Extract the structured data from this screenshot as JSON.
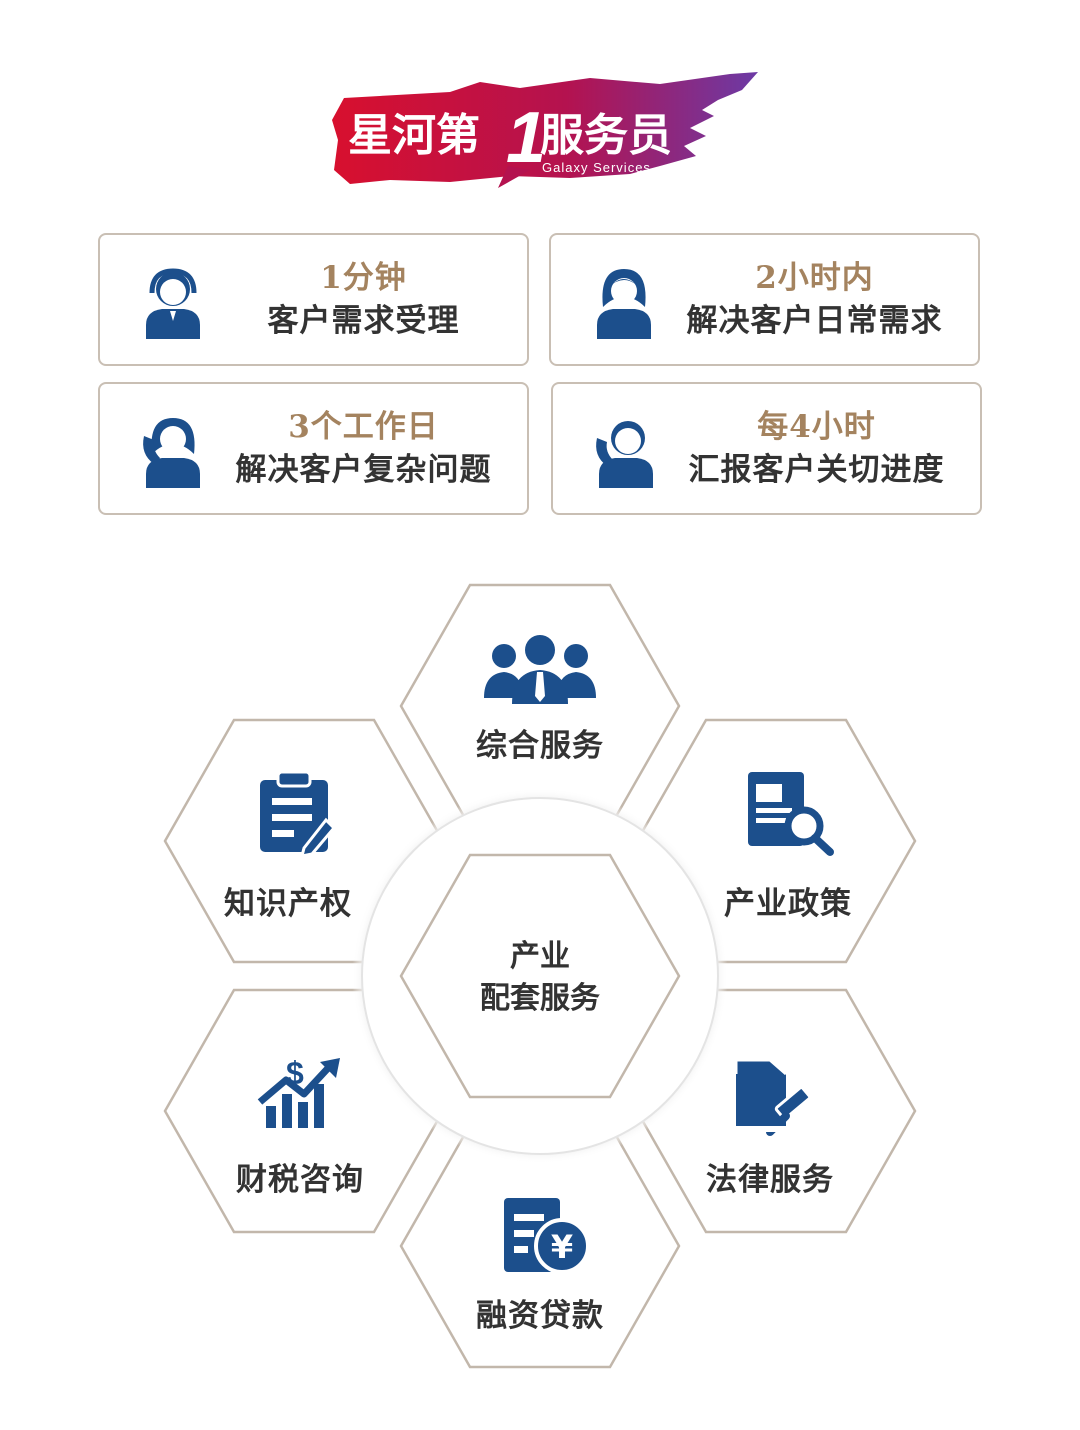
{
  "logo": {
    "title_a": "星河第",
    "title_num": "1",
    "title_b": "服务员",
    "subtitle": "Galaxy Services"
  },
  "promises": [
    {
      "line1": "1分钟",
      "line2": "客户需求受理",
      "icon": "agent-headset-icon"
    },
    {
      "line1": "2小时内",
      "line2": "解决客户日常需求",
      "icon": "female-agent-icon"
    },
    {
      "line1": "3个工作日",
      "line2": "解决客户复杂问题",
      "icon": "agent-phone-icon"
    },
    {
      "line1": "每4小时",
      "line2": "汇报客户关切进度",
      "icon": "agent-phone-icon"
    }
  ],
  "center": {
    "line1": "产业",
    "line2": "配套服务"
  },
  "services": [
    {
      "label": "综合服务",
      "icon": "team-icon"
    },
    {
      "label": "产业政策",
      "icon": "policy-search-icon"
    },
    {
      "label": "法律服务",
      "icon": "legal-gavel-icon"
    },
    {
      "label": "融资贷款",
      "icon": "loan-yuan-icon"
    },
    {
      "label": "财税咨询",
      "icon": "finance-chart-icon"
    },
    {
      "label": "知识产权",
      "icon": "clipboard-pen-icon"
    }
  ],
  "colors": {
    "accent_gold": "#a4835f",
    "icon_blue": "#1c4f8c",
    "brand_red": "#d8102e",
    "brand_purple": "#8a1a7a",
    "border": "#c9bfb4"
  }
}
